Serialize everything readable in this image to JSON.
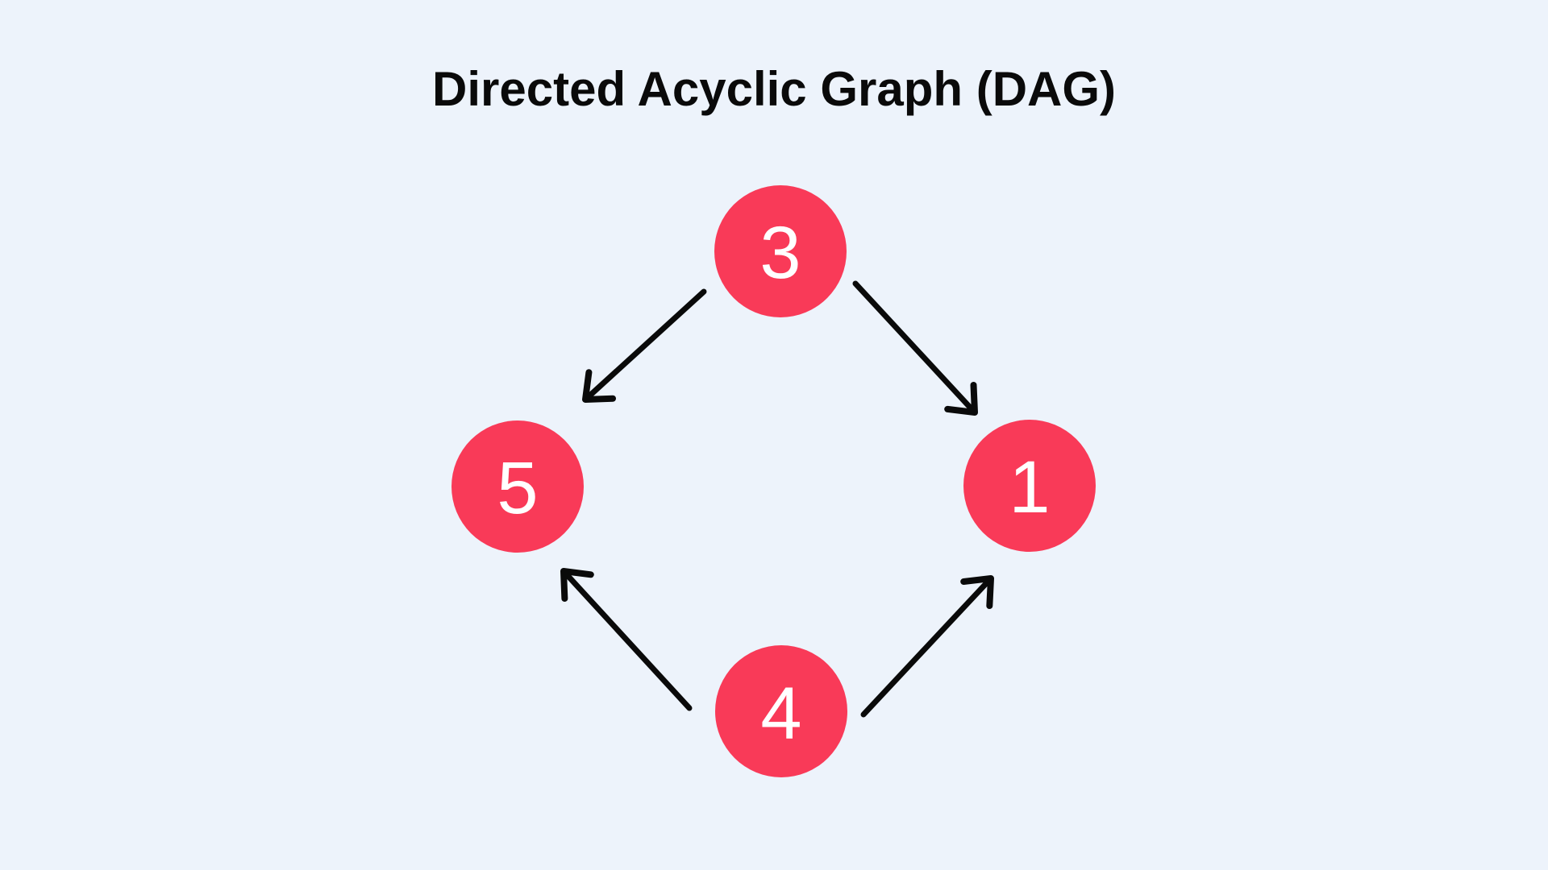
{
  "title": "Directed Acyclic Graph (DAG)",
  "colors": {
    "background": "#EDF3FB",
    "node_fill": "#F93A58",
    "node_label": "#FFFFFF",
    "edge": "#0A0A0A",
    "title_text": "#0A0A0A"
  },
  "graph": {
    "type": "directed-acyclic-graph",
    "nodes": [
      {
        "id": "3",
        "label": "3",
        "position": "top"
      },
      {
        "id": "5",
        "label": "5",
        "position": "middle-left"
      },
      {
        "id": "1",
        "label": "1",
        "position": "middle-right"
      },
      {
        "id": "4",
        "label": "4",
        "position": "bottom"
      }
    ],
    "edges": [
      {
        "from": "3",
        "to": "5"
      },
      {
        "from": "3",
        "to": "1"
      },
      {
        "from": "4",
        "to": "5"
      },
      {
        "from": "4",
        "to": "1"
      }
    ]
  }
}
